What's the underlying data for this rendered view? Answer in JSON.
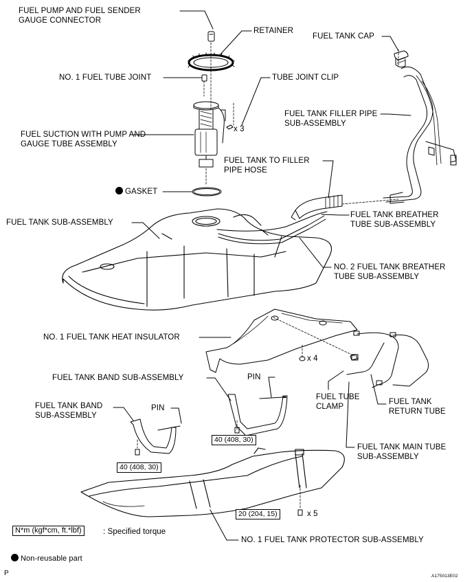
{
  "labels": {
    "pump_connector": [
      "FUEL PUMP AND FUEL SENDER",
      "GAUGE CONNECTOR"
    ],
    "retainer": "RETAINER",
    "tank_cap": "FUEL TANK CAP",
    "tube_joint": "NO. 1 FUEL TUBE JOINT",
    "tube_joint_clip": "TUBE JOINT CLIP",
    "clip_qty": "x 3",
    "filler_pipe": [
      "FUEL TANK FILLER PIPE",
      "SUB-ASSEMBLY"
    ],
    "suction": [
      "FUEL SUCTION WITH PUMP AND",
      "GAUGE TUBE ASSEMBLY"
    ],
    "filler_hose": [
      "FUEL TANK TO FILLER",
      "PIPE HOSE"
    ],
    "gasket": "GASKET",
    "tank_sub": "FUEL TANK SUB-ASSEMBLY",
    "breather": [
      "FUEL TANK BREATHER",
      "TUBE SUB-ASSEMBLY"
    ],
    "breather2": [
      "NO. 2 FUEL TANK BREATHER",
      "TUBE SUB-ASSEMBLY"
    ],
    "heat_insulator": "NO. 1 FUEL TANK HEAT INSULATOR",
    "insulator_qty": "x 4",
    "band_sub_right": "FUEL TANK BAND SUB-ASSEMBLY",
    "pin_right": "PIN",
    "tube_clamp": [
      "FUEL TUBE",
      "CLAMP"
    ],
    "return_tube": [
      "FUEL TANK",
      "RETURN TUBE"
    ],
    "band_sub_left": [
      "FUEL TANK BAND",
      "SUB-ASSEMBLY"
    ],
    "pin_left": "PIN",
    "main_tube": [
      "FUEL TANK MAIN TUBE",
      "SUB-ASSEMBLY"
    ],
    "protector": "NO. 1 FUEL TANK PROTECTOR SUB-ASSEMBLY",
    "protector_qty": "x 5"
  },
  "torques": {
    "band_right": "40 (408, 30)",
    "band_left": "40 (408, 30)",
    "protector": "20 (204, 15)"
  },
  "legend": {
    "torque_unit": "N*m (kgf*cm, ft.*lbf)",
    "torque_text": ": Specified torque",
    "non_reusable": "Non-reusable part"
  },
  "footer": {
    "code_left": "P",
    "code_right": "A175013E02"
  }
}
